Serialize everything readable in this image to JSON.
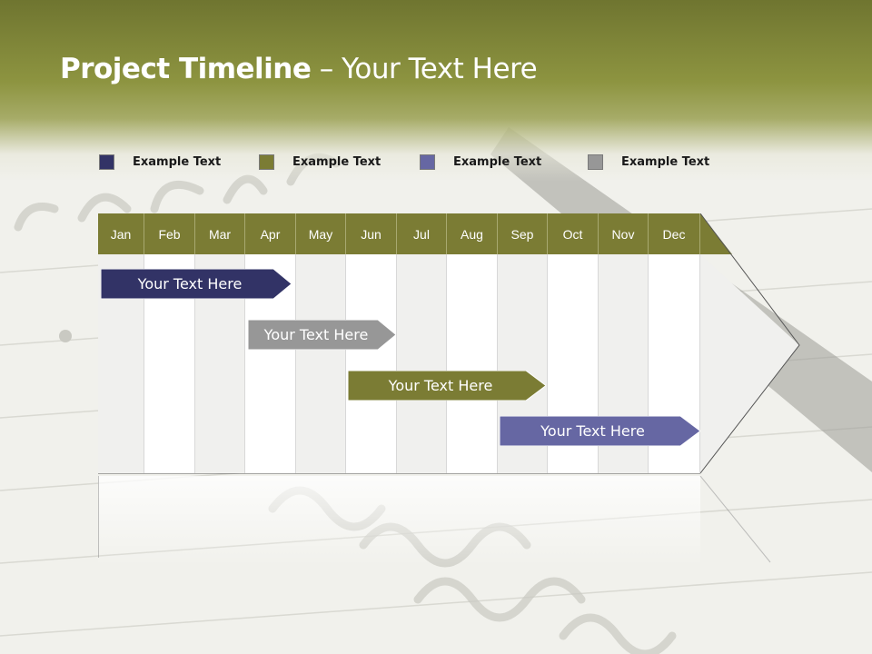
{
  "slide": {
    "title_bold": "Project Timeline",
    "title_rest": " – Your Text Here"
  },
  "legend": [
    {
      "label": "Example Text",
      "color": "#323366"
    },
    {
      "label": "Example Text",
      "color": "#7b7c34"
    },
    {
      "label": "Example Text",
      "color": "#6667a3"
    },
    {
      "label": "Example Text",
      "color": "#979797"
    }
  ],
  "months": [
    "Jan",
    "Feb",
    "Mar",
    "Apr",
    "May",
    "Jun",
    "Jul",
    "Aug",
    "Sep",
    "Oct",
    "Nov",
    "Dec"
  ],
  "bars": [
    {
      "label": "Your  Text Here",
      "color": "#323366"
    },
    {
      "label": "Your  Text Here",
      "color": "#979797"
    },
    {
      "label": "Your  Text Here",
      "color": "#7b7c34"
    },
    {
      "label": "Your  Text Here",
      "color": "#6667a3"
    }
  ],
  "colors": {
    "header_band": "#8d9440",
    "month_header": "#7b7c34"
  }
}
